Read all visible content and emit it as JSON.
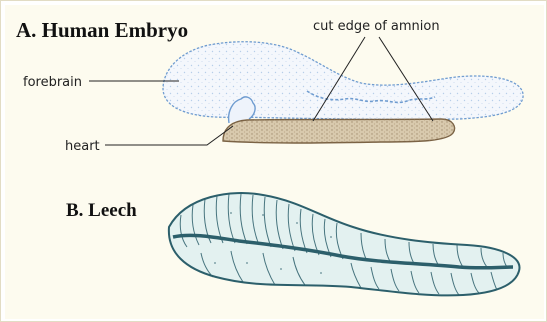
{
  "panel_a": {
    "title": "A. Human Embryo",
    "labels": {
      "forebrain": "forebrain",
      "heart": "heart",
      "amnion": "cut edge of amnion"
    }
  },
  "panel_b": {
    "title": "B. Leech"
  },
  "colors": {
    "background": "#fdfbef",
    "embryo_outline": "#6f9cd0",
    "embryo_fill": "#f4f7fc",
    "amnion_fill": "#d8c9ad",
    "leech_outline": "#2c5f6b",
    "leech_fill": "#e3f1f0",
    "leader_lines": "#222222"
  }
}
